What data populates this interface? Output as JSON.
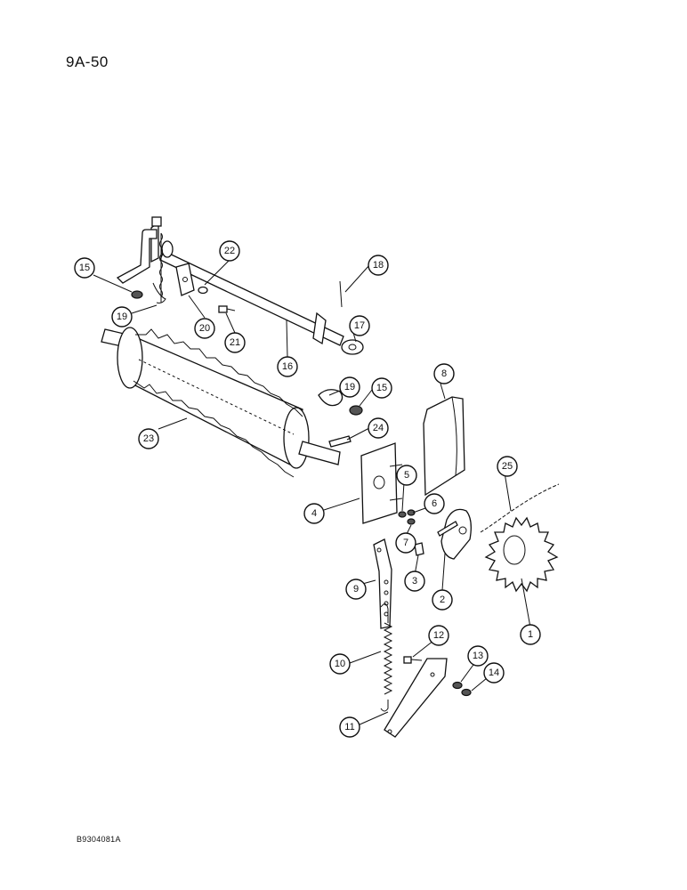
{
  "page_number": "9A-50",
  "figure_code": "B9304081A",
  "callouts": [
    "1",
    "2",
    "3",
    "4",
    "5",
    "6",
    "7",
    "8",
    "9",
    "10",
    "11",
    "12",
    "13",
    "14",
    "15",
    "15",
    "16",
    "17",
    "18",
    "19",
    "19",
    "20",
    "21",
    "22",
    "23",
    "24",
    "25"
  ]
}
